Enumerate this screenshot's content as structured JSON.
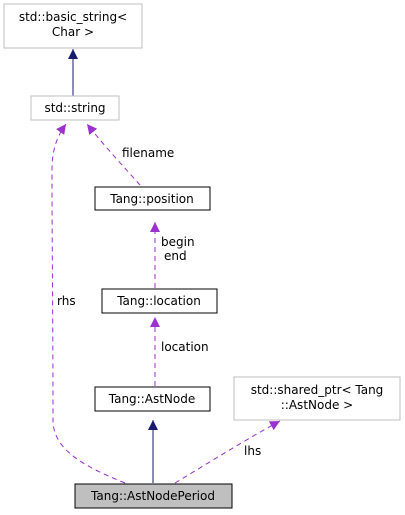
{
  "colors": {
    "inheritance_edge": "#191970",
    "usage_edge": "#9a32cd",
    "external_border": "#bfbfbf",
    "class_border": "#000000",
    "focus_fill": "#bfbfbf"
  },
  "nodes": {
    "basic_string": {
      "line1": "std::basic_string<",
      "line2": "Char >"
    },
    "string": {
      "label": "std::string"
    },
    "position": {
      "label": "Tang::position"
    },
    "location": {
      "label": "Tang::location"
    },
    "astnode": {
      "label": "Tang::AstNode"
    },
    "shared_ptr": {
      "line1": "std::shared_ptr< Tang",
      "line2": "::AstNode >"
    },
    "astnodeperiod": {
      "label": "Tang::AstNodePeriod"
    }
  },
  "edge_labels": {
    "filename": "filename",
    "begin": "begin",
    "end": "end",
    "location": "location",
    "rhs": "rhs",
    "lhs": "lhs"
  }
}
